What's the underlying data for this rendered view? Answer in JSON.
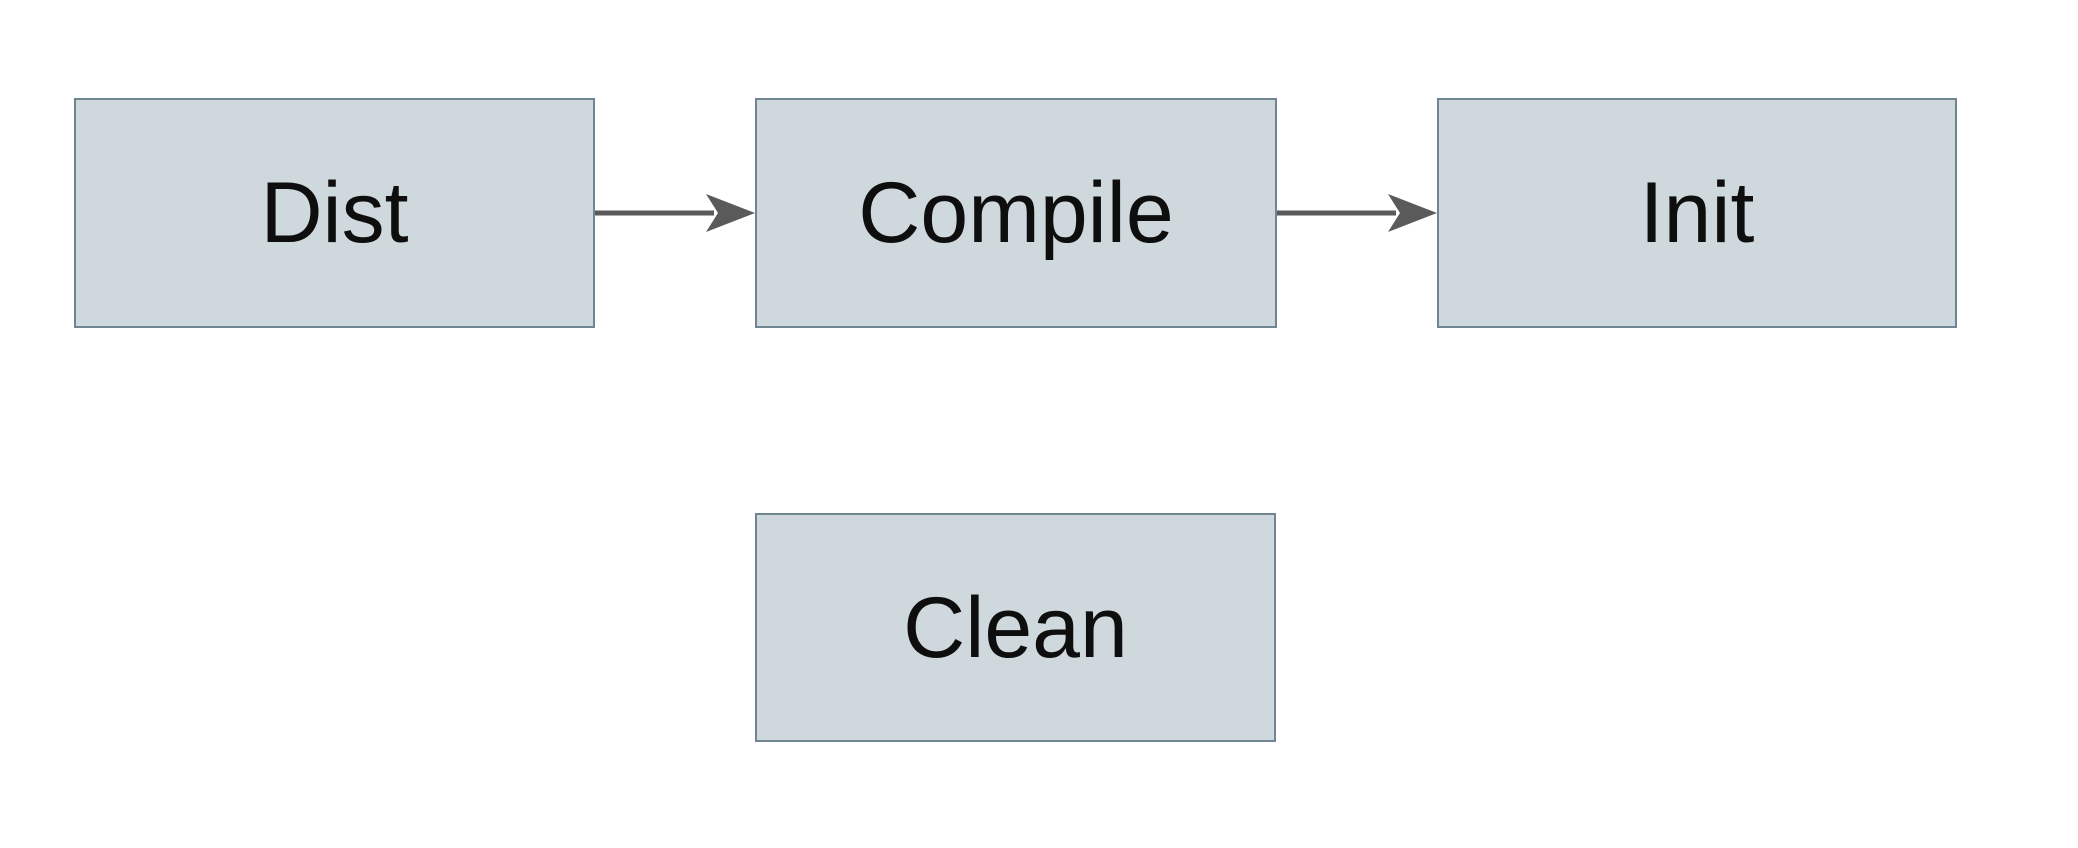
{
  "diagram": {
    "colors": {
      "bg": "#ffffff",
      "node-fill": "#cfd8dc",
      "node-border": "#708592",
      "arrow": "#5a5a5a",
      "text": "#0e0e0e"
    },
    "nodes": [
      {
        "id": "dist",
        "label": "Dist"
      },
      {
        "id": "compile",
        "label": "Compile"
      },
      {
        "id": "init",
        "label": "Init"
      },
      {
        "id": "clean",
        "label": "Clean"
      }
    ],
    "edges": [
      {
        "id": "dist-to-compile",
        "from": "Dist",
        "to": "Compile"
      },
      {
        "id": "compile-to-init",
        "from": "Compile",
        "to": "Init"
      }
    ]
  }
}
